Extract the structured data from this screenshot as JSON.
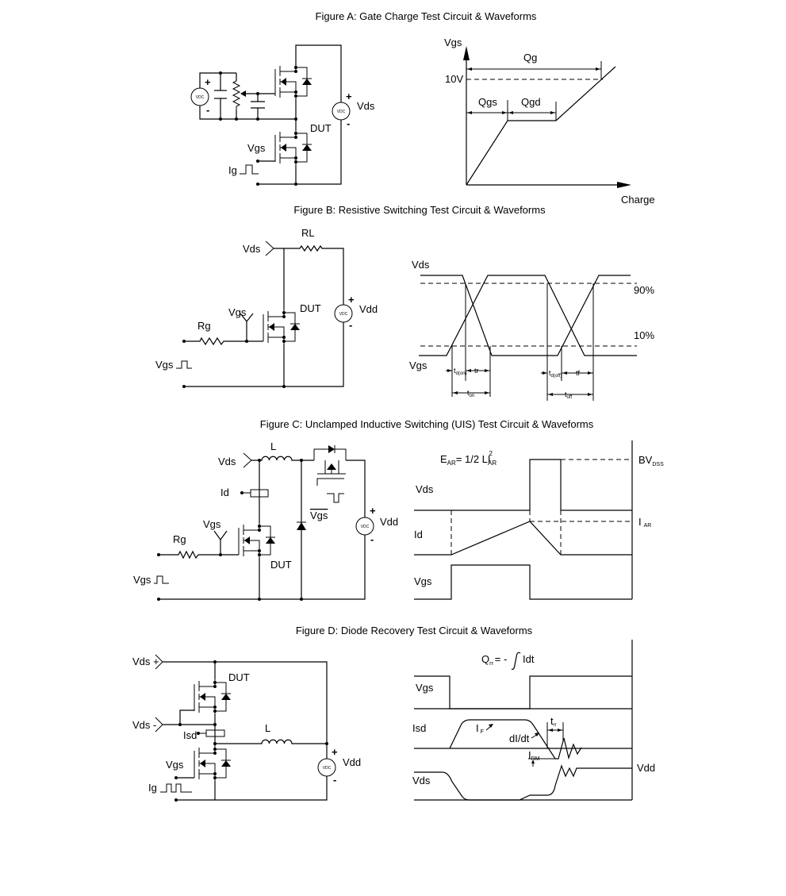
{
  "figures": {
    "a": {
      "title": "Figure A: Gate Charge Test Circuit & Waveforms",
      "circuit": {
        "plus": "+",
        "minus": "-",
        "vdc": "VDC",
        "vds": "Vds",
        "dut": "DUT",
        "vgs": "Vgs",
        "ig": "Ig"
      },
      "chart": {
        "y_axis": "Vgs",
        "x_axis": "Charge",
        "level": "10V",
        "qg": "Qg",
        "qgs": "Qgs",
        "qgd": "Qgd"
      }
    },
    "b": {
      "title": "Figure B: Resistive Switching Test Circuit & Waveforms",
      "circuit": {
        "vds": "Vds",
        "rl": "RL",
        "dut": "DUT",
        "vgs": "Vgs",
        "rg": "Rg",
        "vgs_pulse": "Vgs",
        "plus": "+",
        "minus": "-",
        "vdc": "VDC",
        "vdd": "Vdd"
      },
      "chart": {
        "vds": "Vds",
        "vgs": "Vgs",
        "p90": "90%",
        "p10": "10%",
        "td_on": "t",
        "td_on_sub": "d(on)",
        "tr": "tr",
        "ton": "t",
        "ton_sub": "on",
        "td_off": "t",
        "td_off_sub": "d(off)",
        "tf": "tf",
        "toff": "t",
        "toff_sub": "off"
      }
    },
    "c": {
      "title": "Figure C: Unclamped Inductive Switching (UIS) Test Circuit & Waveforms",
      "circuit": {
        "l": "L",
        "vds": "Vds",
        "id": "Id",
        "vgs": "Vgs",
        "vgs_bar": "Vgs",
        "rg": "Rg",
        "dut": "DUT",
        "vgs_pulse": "Vgs",
        "plus": "+",
        "minus": "-",
        "vdc": "VDC",
        "vdd": "Vdd"
      },
      "chart": {
        "ear": "E",
        "ear_sub": "AR",
        "ear_eq": "= 1/2 LI",
        "ear_sup": "2",
        "ear_sub2": "AR",
        "bv": "BV",
        "bv_sub": "DSS",
        "iar": "I",
        "iar_sub": "AR",
        "vds": "Vds",
        "id": "Id",
        "vgs": "Vgs"
      }
    },
    "d": {
      "title": "Figure D: Diode Recovery Test Circuit & Waveforms",
      "circuit": {
        "vds_plus": "Vds +",
        "vds_minus": "Vds -",
        "dut": "DUT",
        "isd": "Isd",
        "l": "L",
        "vgs": "Vgs",
        "ig": "Ig",
        "plus": "+",
        "minus": "-",
        "vdc": "VDC",
        "vdd": "Vdd"
      },
      "chart": {
        "qrr": "Q",
        "qrr_sub": "rr",
        "qrr_eq": "= -",
        "qrr_int": "Idt",
        "vgs": "Vgs",
        "isd": "Isd",
        "vds": "Vds",
        "vdd": "Vdd",
        "if": "I",
        "if_sub": "F",
        "didt": "dI/dt",
        "irm": "I",
        "irm_sub": "RM",
        "trr": "t",
        "trr_sub": "rr"
      }
    }
  }
}
